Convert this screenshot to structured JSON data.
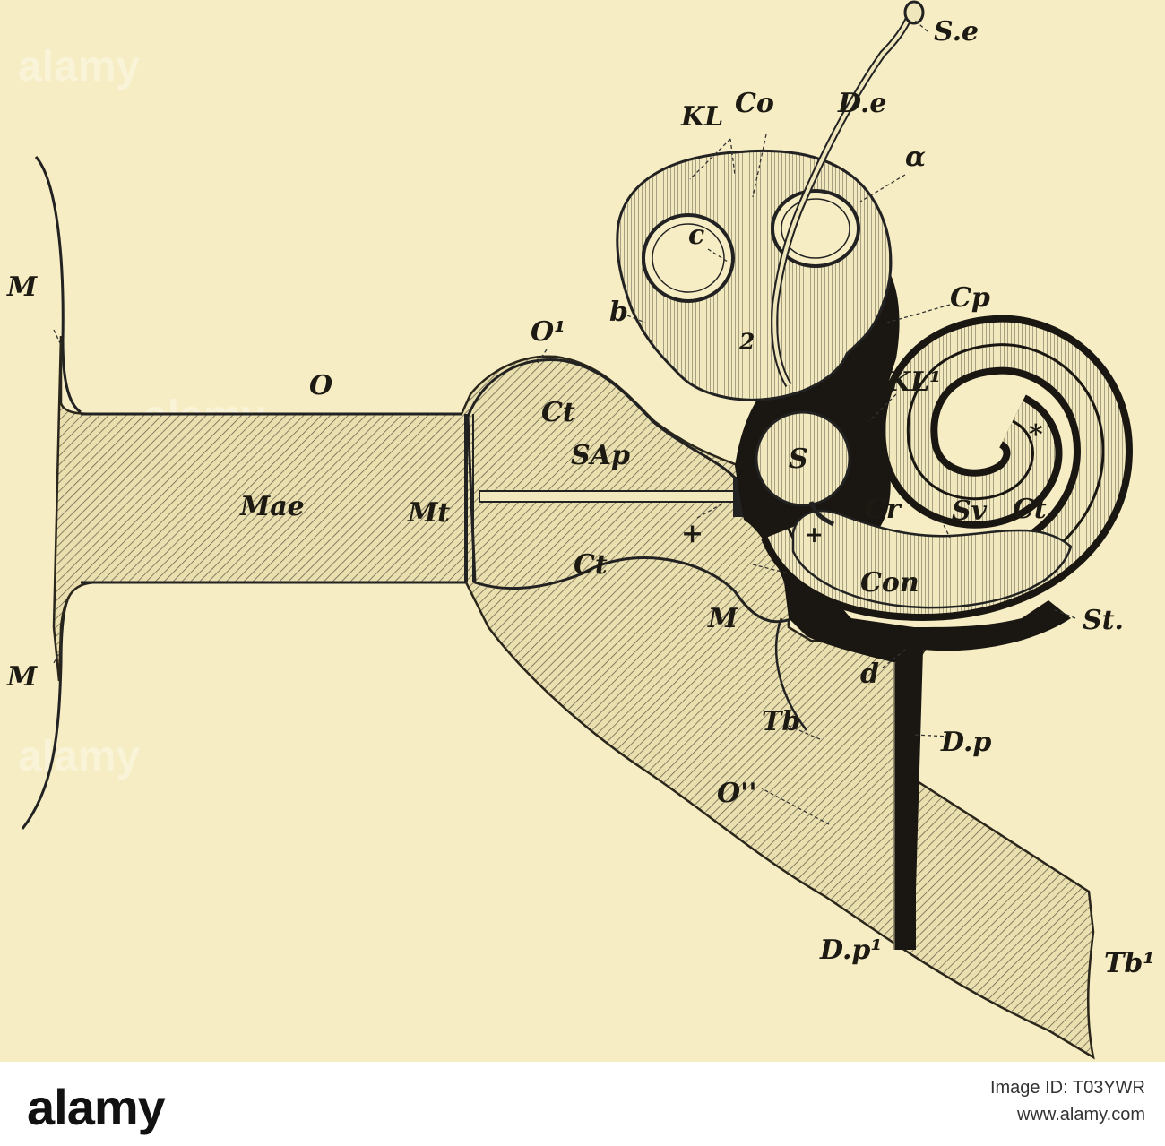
{
  "labels": {
    "se": "S.e",
    "kl": "KL",
    "co": "Co",
    "de": "D.e",
    "alpha": "α",
    "c": "c",
    "cp": "Cp",
    "o1": "O¹",
    "b": "b",
    "two": "2",
    "kl1": "KL¹",
    "o": "O",
    "ct_upper": "Ct",
    "sap": "SAp",
    "s": "S",
    "mae": "Mae",
    "mt": "Mt",
    "ct_lower": "Ct",
    "plus_left": "+",
    "plus_right": "+",
    "cr": "Cr",
    "sv": "Sv",
    "ct_cochlea": "Ct",
    "star": "*",
    "con": "Con",
    "m_center": "M",
    "st": "St.",
    "d": "d",
    "tb": "Tb",
    "dp": "D.p",
    "o2": "O''",
    "dp1": "D.p¹",
    "tb1": "Tb¹",
    "m_top": "M",
    "m_bottom": "M"
  },
  "watermark": {
    "text": "alamy"
  },
  "footer": {
    "logo": "alamy",
    "image_id": "Image ID: T03YWR",
    "site": "www.alamy.com"
  }
}
